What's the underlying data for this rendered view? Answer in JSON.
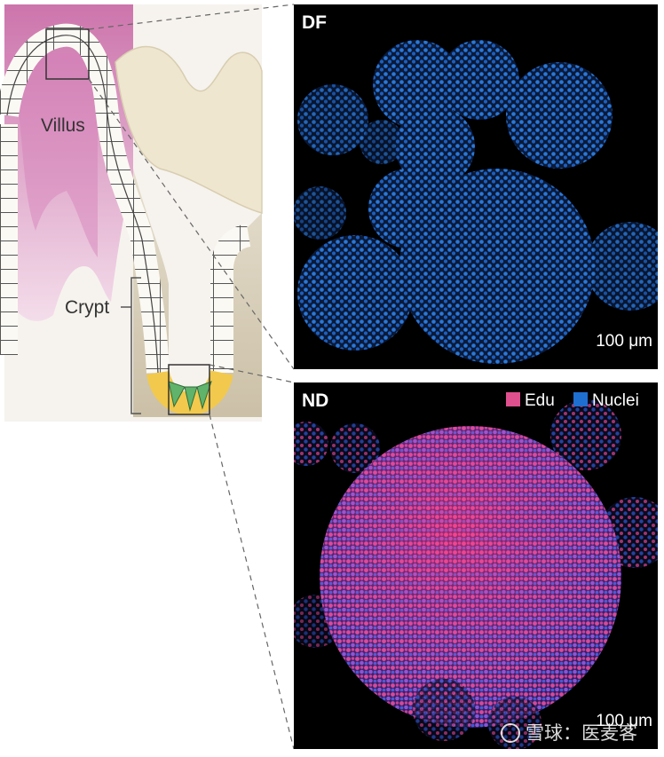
{
  "diagram": {
    "labels": {
      "villus": "Villus",
      "crypt": "Crypt"
    }
  },
  "panels": {
    "top": {
      "label": "DF",
      "scale_bar": "100 μm"
    },
    "bottom": {
      "label": "ND",
      "scale_bar": "100 μm",
      "legend": [
        {
          "name": "Edu",
          "color": "#e0508e"
        },
        {
          "name": "Nuclei",
          "color": "#1f6fd0"
        }
      ]
    }
  },
  "watermark": {
    "text": "雪球：医麦客"
  },
  "colors": {
    "nuclei_blue": "#1f6fd0",
    "edu_pink": "#e0508e",
    "tissue_pink": "#e8b8d8",
    "epithelium_cream": "#efe6d0",
    "stem_green": "#5fb36a",
    "paneth_yellow": "#f2c94c"
  }
}
